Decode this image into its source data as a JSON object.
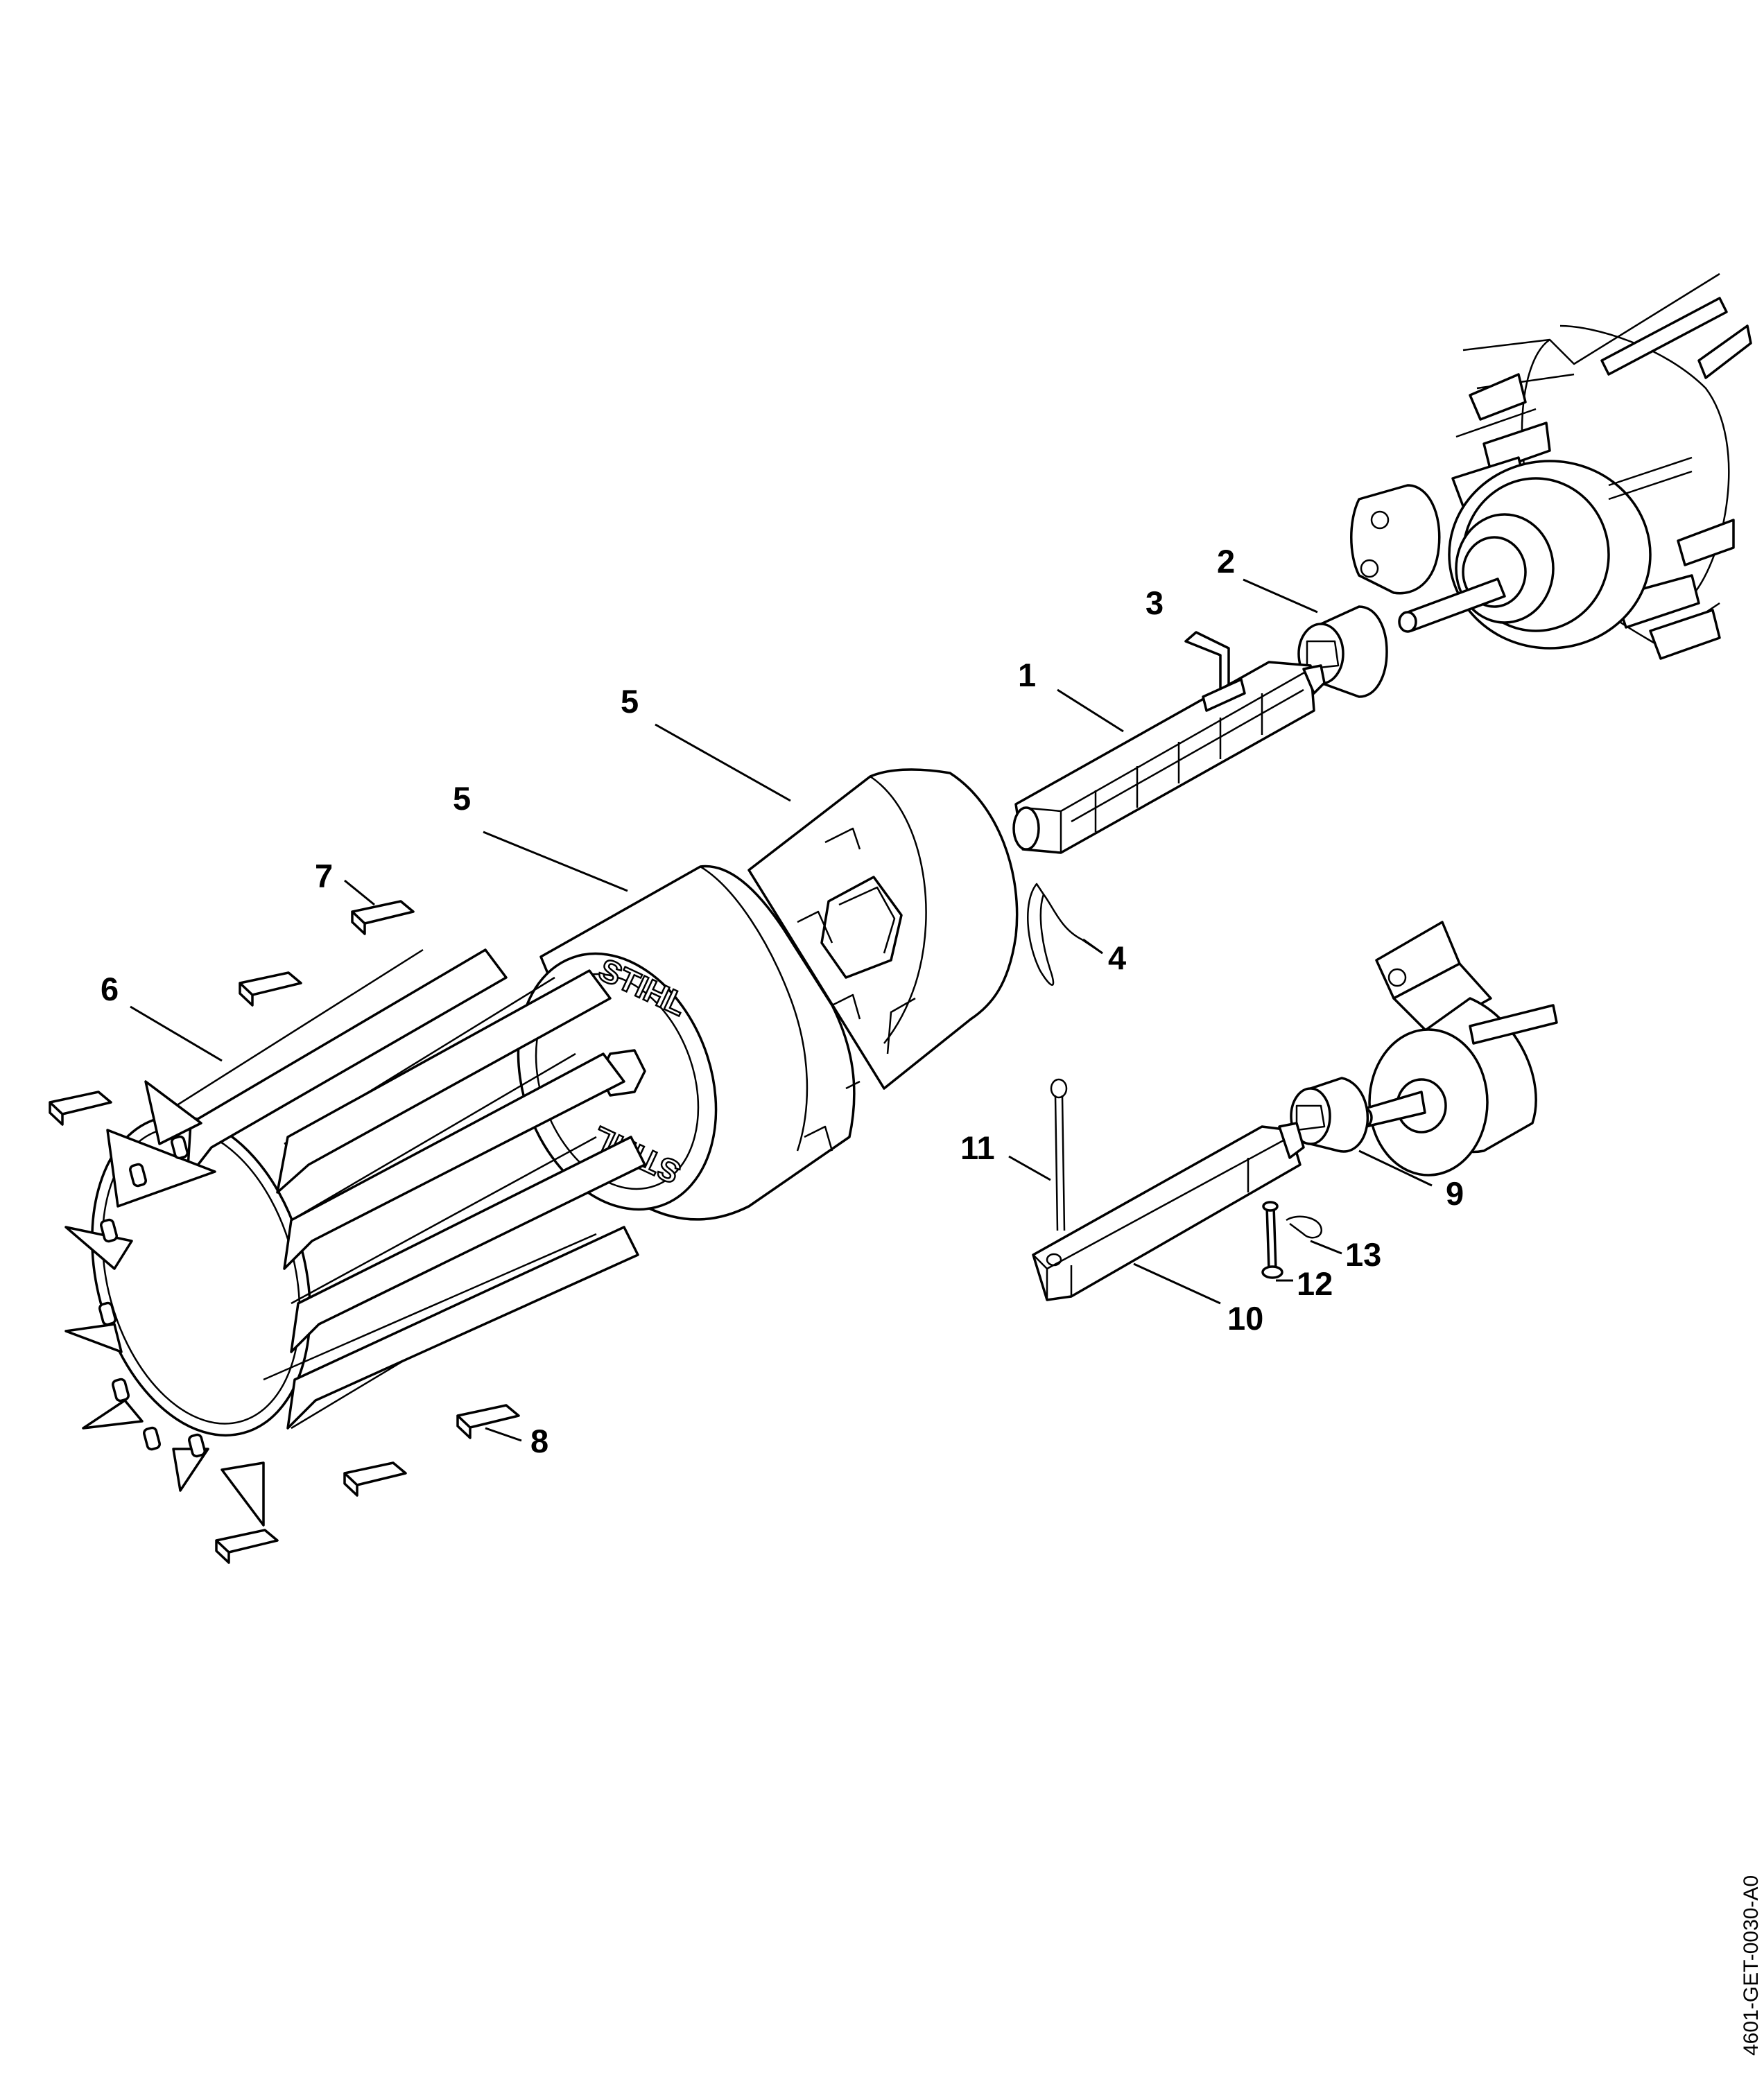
{
  "callouts": [
    {
      "id": "c1",
      "label": "1"
    },
    {
      "id": "c2",
      "label": "2"
    },
    {
      "id": "c3",
      "label": "3"
    },
    {
      "id": "c4",
      "label": "4"
    },
    {
      "id": "c5a",
      "label": "5"
    },
    {
      "id": "c5b",
      "label": "5"
    },
    {
      "id": "c6",
      "label": "6"
    },
    {
      "id": "c7",
      "label": "7"
    },
    {
      "id": "c8",
      "label": "8"
    },
    {
      "id": "c9",
      "label": "9"
    },
    {
      "id": "c10",
      "label": "10"
    },
    {
      "id": "c11",
      "label": "11"
    },
    {
      "id": "c12",
      "label": "12"
    },
    {
      "id": "c13",
      "label": "13"
    }
  ],
  "logo_text": "STIHL",
  "document_id": "4601-GET-0030-A0"
}
